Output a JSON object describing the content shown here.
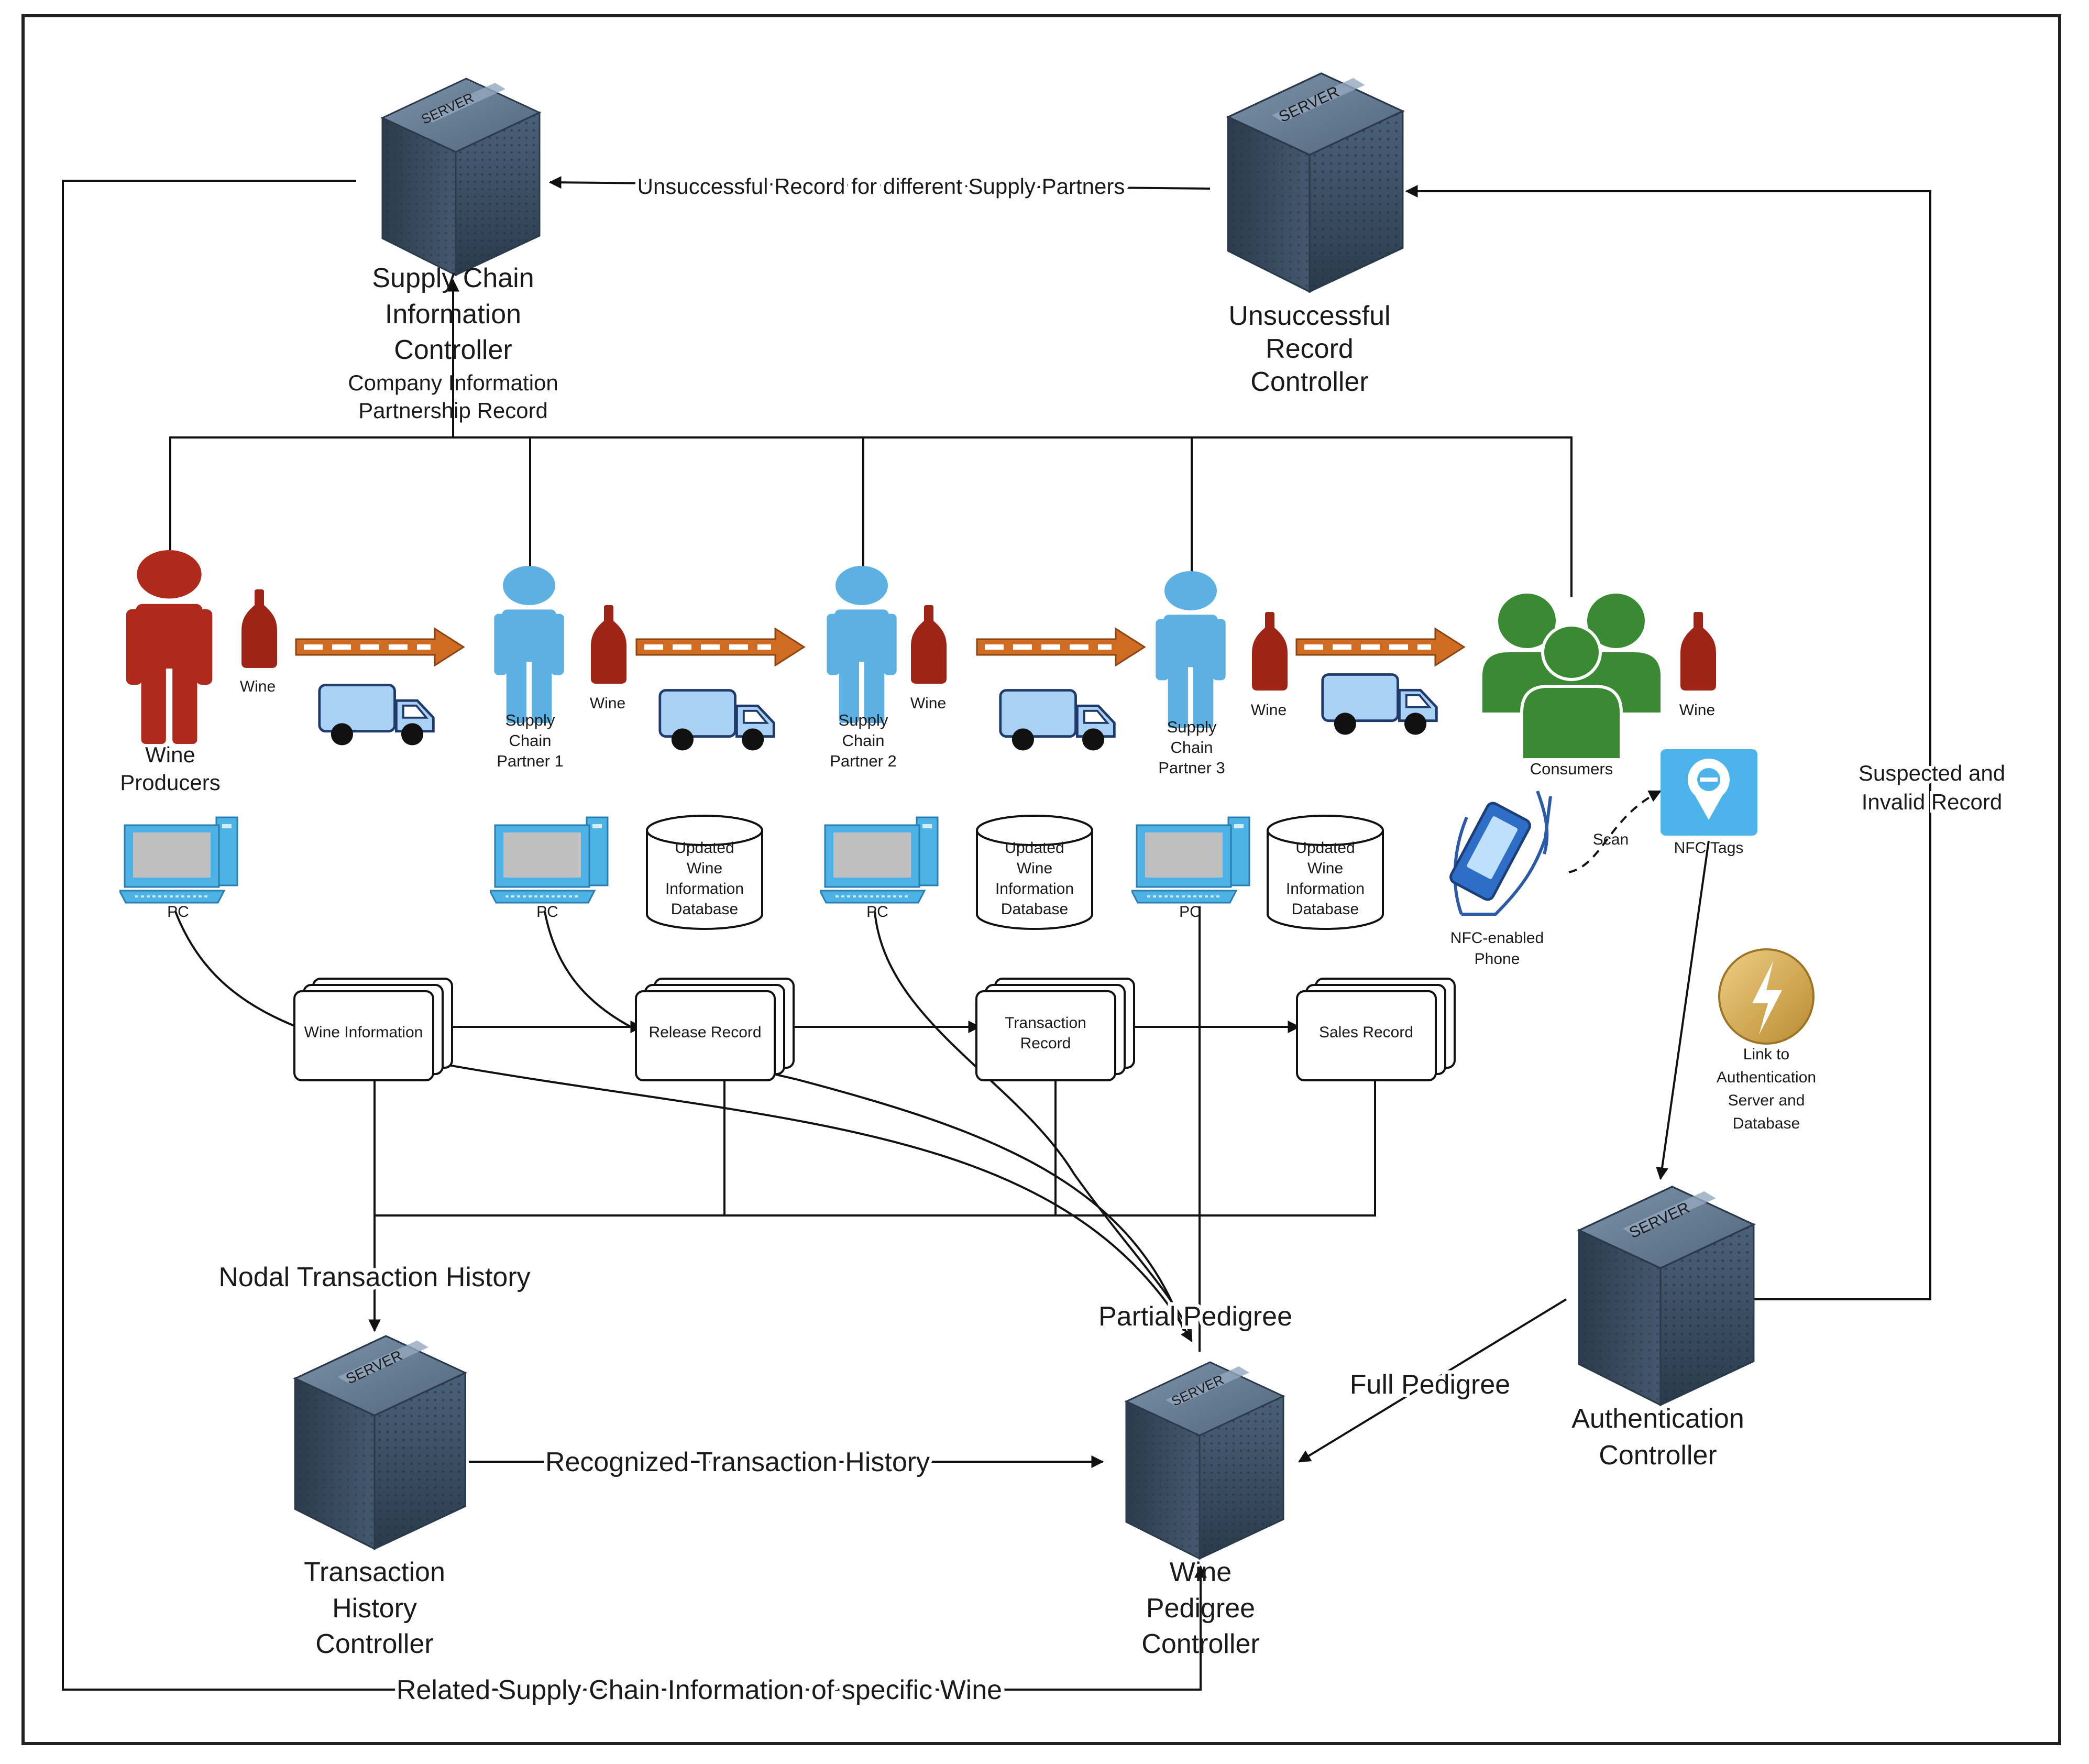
{
  "servers": {
    "supply_chain": {
      "lines": [
        "Supply Chain",
        "Information",
        "Controller"
      ],
      "sublines": [
        "Company Information",
        "Partnership Record"
      ]
    },
    "unsuccessful": {
      "lines": [
        "Unsuccessful",
        "Record",
        "Controller"
      ]
    },
    "transaction_history": {
      "lines": [
        "Transaction",
        "History",
        "Controller"
      ]
    },
    "wine_pedigree": {
      "lines": [
        "Wine",
        "Pedigree",
        "Controller"
      ]
    },
    "authentication": {
      "lines": [
        "Authentication",
        "Controller"
      ]
    },
    "server_badge": "SERVER"
  },
  "actors": {
    "producers": [
      "Wine",
      "Producers"
    ],
    "partner1": [
      "Supply",
      "Chain",
      "Partner 1"
    ],
    "partner2": [
      "Supply",
      "Chain",
      "Partner 2"
    ],
    "partner3": [
      "Supply",
      "Chain",
      "Partner 3"
    ],
    "consumers": "Consumers"
  },
  "wine_label": "Wine",
  "pc_label": "PC",
  "database_lines": [
    "Updated",
    "Wine",
    "Information",
    "Database"
  ],
  "records": {
    "wine_information": "Wine Information",
    "release_record": "Release Record",
    "transaction_record": [
      "Transaction",
      "Record"
    ],
    "sales_record": "Sales Record"
  },
  "nfc": {
    "phone": [
      "NFC-enabled",
      "Phone"
    ],
    "scan": "Scan",
    "tags": "NFC Tags",
    "link": [
      "Link to",
      "Authentication",
      "Server and",
      "Database"
    ]
  },
  "flows": {
    "unsuccessful_record": "Unsuccessful Record for different Supply Partners",
    "suspected": [
      "Suspected and",
      "Invalid Record"
    ],
    "nodal_history": "Nodal Transaction History",
    "partial_pedigree": "Partial Pedigree",
    "full_pedigree": "Full Pedigree",
    "recognized_history": "Recognized Transaction History",
    "related_info": "Related Supply Chain Information of specific Wine"
  },
  "colors": {
    "producer": "#b02a1c",
    "partner": "#5cb0e2",
    "consumer": "#3a8a34",
    "bottle": "#9e2416",
    "arrow": "#cf6b23",
    "truck": "#a9d0f5",
    "server": "#3f5670",
    "nfc_tag": "#4cb4ea",
    "link_badge": "#d4a44a"
  }
}
